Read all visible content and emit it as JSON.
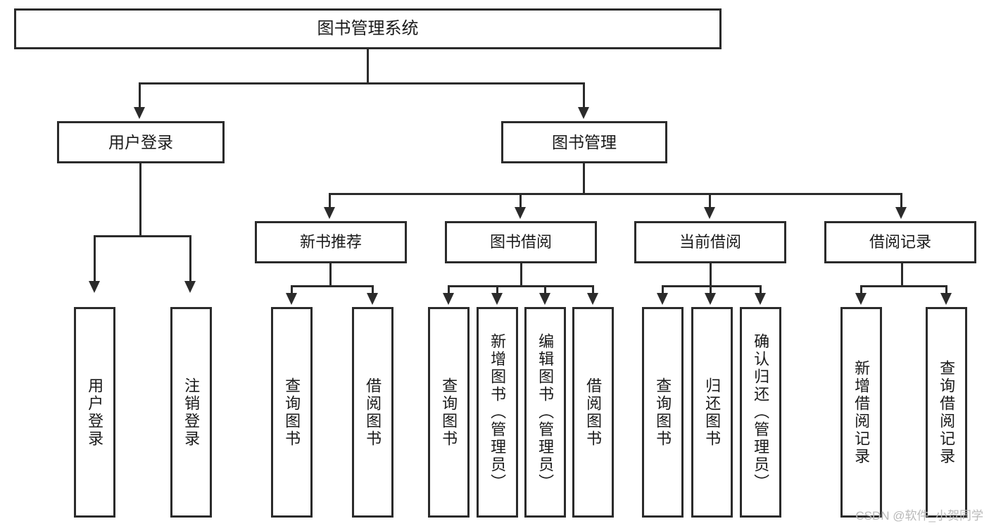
{
  "diagram": {
    "type": "tree",
    "title": "图书管理系统",
    "root": {
      "id": "root",
      "label": "图书管理系统"
    },
    "level1": [
      {
        "id": "user-login",
        "label": "用户登录"
      },
      {
        "id": "book-management",
        "label": "图书管理"
      }
    ],
    "level2": [
      {
        "id": "new-book-recommend",
        "label": "新书推荐",
        "parent": "book-management"
      },
      {
        "id": "book-borrow",
        "label": "图书借阅",
        "parent": "book-management"
      },
      {
        "id": "current-borrow",
        "label": "当前借阅",
        "parent": "book-management"
      },
      {
        "id": "borrow-record",
        "label": "借阅记录",
        "parent": "book-management"
      }
    ],
    "leaves": {
      "user-login": [
        {
          "id": "leaf-user-login",
          "label": "用户登录"
        },
        {
          "id": "leaf-user-logout",
          "label": "注销登录"
        }
      ],
      "new-book-recommend": [
        {
          "id": "leaf-query-book-1",
          "label": "查询图书"
        },
        {
          "id": "leaf-borrow-book-1",
          "label": "借阅图书"
        }
      ],
      "book-borrow": [
        {
          "id": "leaf-query-book-2",
          "label": "查询图书"
        },
        {
          "id": "leaf-add-book",
          "label": "新增图书（管理员）"
        },
        {
          "id": "leaf-edit-book",
          "label": "编辑图书（管理员）"
        },
        {
          "id": "leaf-borrow-book-2",
          "label": "借阅图书"
        }
      ],
      "current-borrow": [
        {
          "id": "leaf-query-book-3",
          "label": "查询图书"
        },
        {
          "id": "leaf-return-book",
          "label": "归还图书"
        },
        {
          "id": "leaf-confirm-return",
          "label": "确认归还（管理员）"
        }
      ],
      "borrow-record": [
        {
          "id": "leaf-add-record",
          "label": "新增借阅记录"
        },
        {
          "id": "leaf-query-record",
          "label": "查询借阅记录"
        }
      ]
    },
    "watermark": "CSDN @软件_小贺同学",
    "colors": {
      "stroke": "#2b2b2b",
      "fill": "#ffffff",
      "text": "#1a1a1a",
      "watermark": "#b9b9b9"
    }
  }
}
